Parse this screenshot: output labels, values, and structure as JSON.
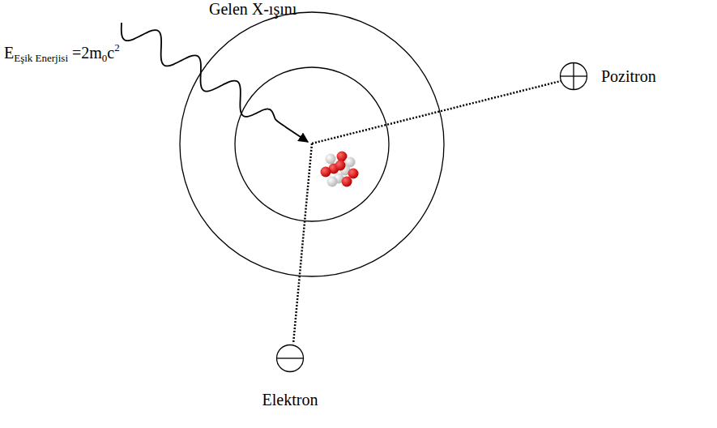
{
  "diagram": {
    "nodes": [
      {
        "text": [
          "Pozitron"
        ]
      },
      {
        "text": [
          "Elektron"
        ]
      }
    ],
    "labels": [
      "Gelen X-ışını",
      "E",
      "Eşik Enerjisi",
      "=2m",
      "0",
      "c",
      "2"
    ]
  }
}
